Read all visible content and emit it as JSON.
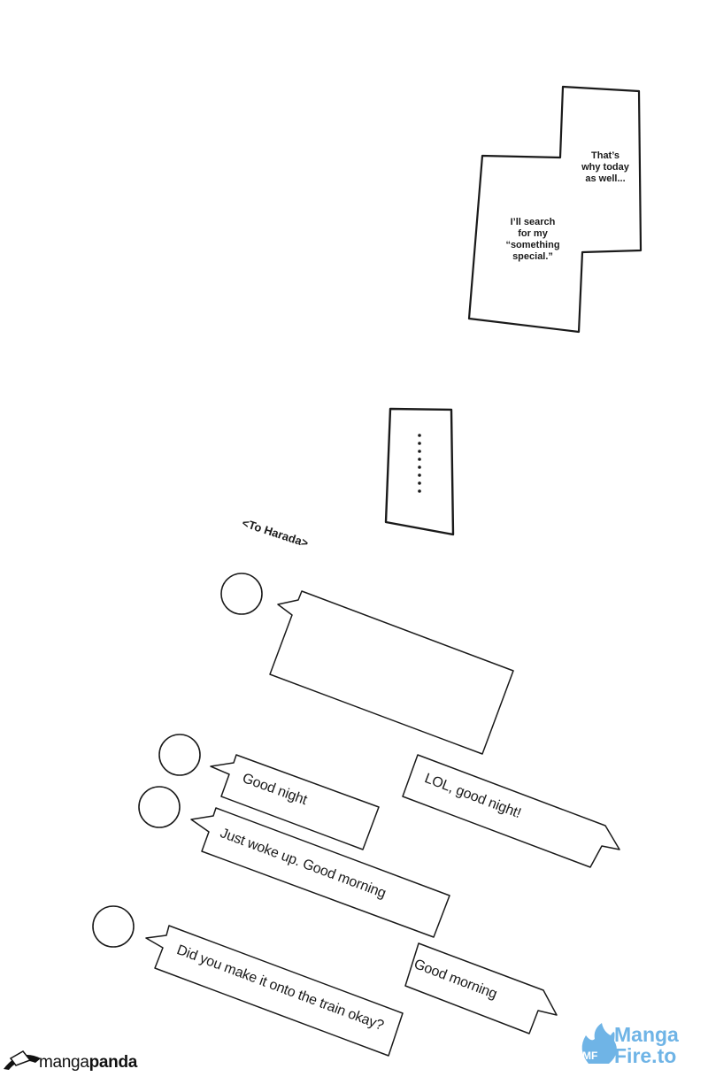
{
  "top_bubble": {
    "right_lines": [
      "That’s",
      "why today",
      "as well..."
    ],
    "left_lines": [
      "I’ll search",
      "for my",
      "“something",
      "special.”"
    ]
  },
  "ellipsis_bubble": {
    "dots": "........"
  },
  "chat_header": "<To Harada>",
  "messages": {
    "empty_message": "",
    "good_night": "Good night",
    "lol_good_night": "LOL, good night!",
    "just_woke_up": "Just woke up. Good morning",
    "did_you_make_it": "Did you make it onto the train okay?",
    "good_morning": "Good morning"
  },
  "watermarks": {
    "left_logo_prefix": "manga",
    "left_logo_suffix": "panda",
    "right_logo_line1": "Manga",
    "right_logo_line2": "Fire.to",
    "right_logo_badge": "MF"
  },
  "colors": {
    "ink": "#1a1a1a",
    "paper": "#ffffff",
    "mangafire_blue": "#6fb4e6"
  }
}
